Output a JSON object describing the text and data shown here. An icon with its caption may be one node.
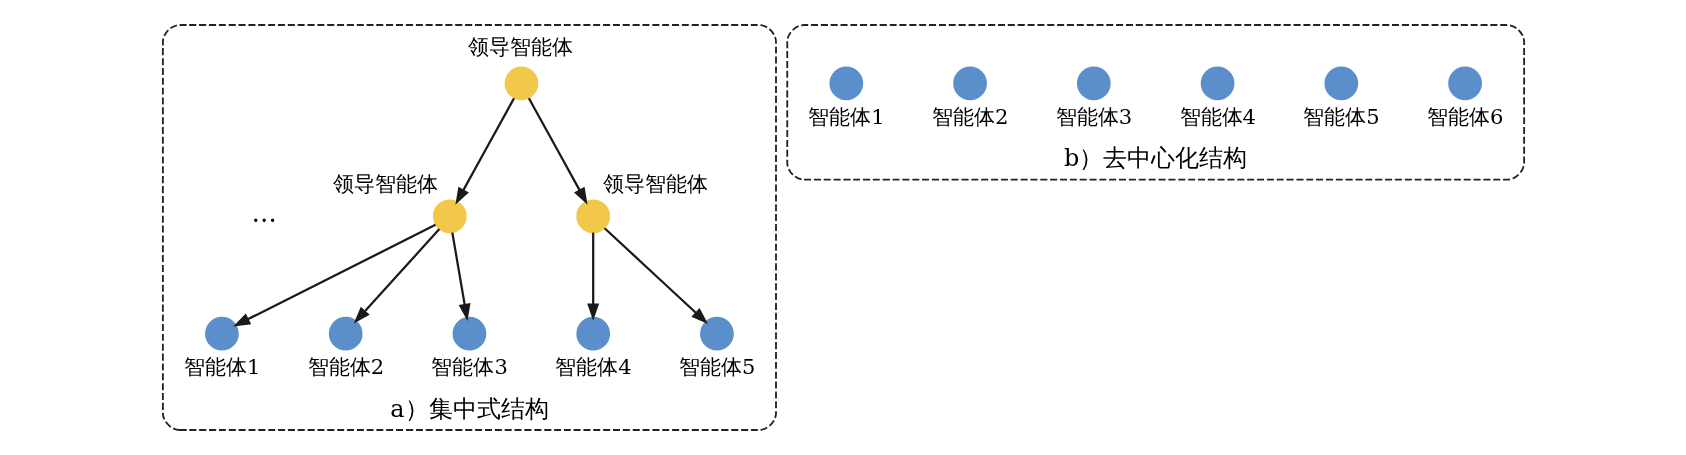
{
  "diagram": {
    "nodes": [
      {
        "text": [
          "a）集中式结构"
        ]
      },
      {
        "text": [
          "领导智能体"
        ],
        "in": 0
      },
      {
        "text": [
          "领导智能体"
        ],
        "in": 0
      },
      {
        "text": [
          "领导智能体"
        ],
        "in": 0
      },
      {
        "text": [
          "智能体1"
        ],
        "in": 0
      },
      {
        "text": [
          "智能体2"
        ],
        "in": 0
      },
      {
        "text": [
          "智能体3"
        ],
        "in": 0
      },
      {
        "text": [
          "智能体4"
        ],
        "in": 0
      },
      {
        "text": [
          "智能体5"
        ],
        "in": 0
      },
      {
        "text": [
          "b）去中心化结构"
        ]
      },
      {
        "text": [
          "智能体1"
        ],
        "in": 9
      },
      {
        "text": [
          "智能体2"
        ],
        "in": 9
      },
      {
        "text": [
          "智能体3"
        ],
        "in": 9
      },
      {
        "text": [
          "智能体4"
        ],
        "in": 9
      },
      {
        "text": [
          "智能体5"
        ],
        "in": 9
      },
      {
        "text": [
          "智能体6"
        ],
        "in": 9
      }
    ],
    "edges": [
      {
        "from": 1,
        "to": 2,
        "arrow": "to"
      },
      {
        "from": 1,
        "to": 3,
        "arrow": "to"
      },
      {
        "from": 2,
        "to": 4,
        "arrow": "to"
      },
      {
        "from": 2,
        "to": 5,
        "arrow": "to"
      },
      {
        "from": 2,
        "to": 6,
        "arrow": "to"
      },
      {
        "from": 3,
        "to": 7,
        "arrow": "to"
      },
      {
        "from": 3,
        "to": 8,
        "arrow": "to"
      }
    ],
    "labels": [
      "…"
    ]
  }
}
